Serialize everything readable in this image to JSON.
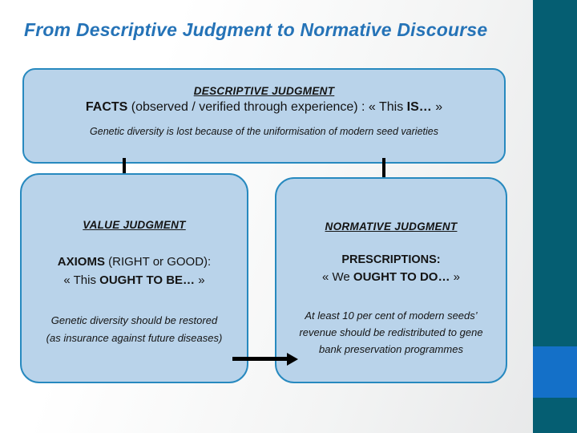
{
  "slide": {
    "title": "From Descriptive Judgment to Normative Discourse"
  },
  "colors": {
    "title_blue": "#2573B7",
    "box_fill": "#B9D3EA",
    "box_border": "#2789BF",
    "sidebar_teal": "#055E72",
    "sidebar_accent_blue": "#1470C8",
    "arrow_black": "#000000"
  },
  "descriptive_box": {
    "heading": "DESCRIPTIVE JUDGMENT",
    "facts": {
      "p0": "FACTS",
      "p1": " (observed / verified through experience) : « This ",
      "p2": "IS…",
      "p3": " »"
    },
    "example": "Genetic diversity is lost because of the uniformisation of modern seed varieties"
  },
  "value_box": {
    "heading": "VALUE JUDGMENT",
    "axioms": {
      "p0": "AXIOMS",
      "p1": " (RIGHT or GOOD):"
    },
    "ought": {
      "p0": "« This ",
      "p1": "OUGHT TO BE…",
      "p2": " »"
    },
    "example_lines": {
      "l0": "Genetic diversity should be restored",
      "l1": "(as insurance against future diseases)"
    }
  },
  "normative_box": {
    "heading": "NORMATIVE JUDGMENT",
    "prescriptions": {
      "p0": "PRESCRIPTIONS",
      "p1": ":"
    },
    "ought": {
      "p0": "« We ",
      "p1": "OUGHT TO DO…",
      "p2": " »"
    },
    "example_lines": {
      "l0": "At least 10 per cent of modern seeds’",
      "l1": "revenue should be redistributed to gene",
      "l2": "bank preservation programmes"
    }
  }
}
